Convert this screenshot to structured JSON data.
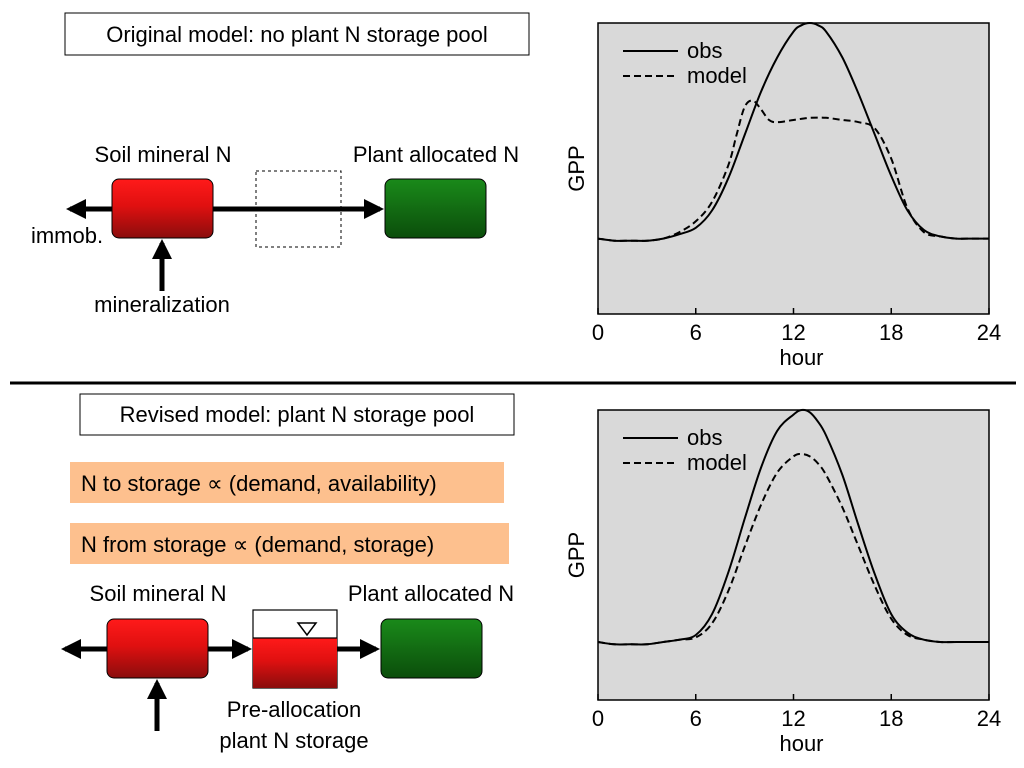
{
  "colors": {
    "pool_red_top": "#ff1a1a",
    "pool_red_bottom": "#8a0d0d",
    "pool_green_top": "#1a8a1a",
    "pool_green_bottom": "#0b4d0b",
    "rule_highlight": "#fdc08e",
    "plot_background": "#d9d9d9"
  },
  "top": {
    "title": "Original model: no plant N storage pool",
    "soil_label": "Soil mineral N",
    "plant_label": "Plant allocated N",
    "immob_label": "immob.",
    "mineral_label": "mineralization"
  },
  "bottom": {
    "title": "Revised model: plant N storage pool",
    "rule1": "N to storage ∝ (demand, availability)",
    "rule2": "N from storage ∝ (demand,  storage)",
    "soil_label": "Soil mineral N",
    "plant_label": "Plant allocated N",
    "storage_label_line1": "Pre-allocation",
    "storage_label_line2": "plant N storage"
  },
  "chart_data": [
    {
      "type": "line",
      "xlabel": "hour",
      "ylabel": "GPP",
      "xticks": [
        "0",
        "6",
        "12",
        "18",
        "24"
      ],
      "xlim": [
        0,
        24
      ],
      "ylim": [
        -0.35,
        1.0
      ],
      "legend_position": "top-left",
      "grid": false,
      "series": [
        {
          "name": "obs",
          "style": "solid",
          "x": [
            0,
            1,
            2,
            3,
            4,
            5,
            6,
            7,
            8,
            9,
            10,
            11,
            12,
            12.5,
            13,
            13.5,
            14,
            15,
            16,
            17,
            18,
            19,
            20,
            21,
            22,
            23,
            24
          ],
          "y": [
            0.0,
            -0.01,
            -0.01,
            -0.01,
            0.0,
            0.02,
            0.05,
            0.13,
            0.28,
            0.48,
            0.68,
            0.84,
            0.96,
            0.99,
            1.0,
            0.99,
            0.96,
            0.84,
            0.67,
            0.48,
            0.29,
            0.13,
            0.04,
            0.01,
            0.0,
            0.0,
            0.0
          ]
        },
        {
          "name": "model",
          "style": "dashed",
          "x": [
            0,
            1,
            2,
            3,
            4,
            5,
            6,
            7,
            8,
            8.5,
            9,
            9.5,
            10,
            10.5,
            11,
            12,
            13,
            14,
            15,
            16,
            17,
            18,
            19,
            20,
            21,
            22,
            23,
            24
          ],
          "y": [
            0.0,
            -0.01,
            -0.01,
            -0.01,
            0.0,
            0.03,
            0.08,
            0.17,
            0.34,
            0.48,
            0.61,
            0.64,
            0.6,
            0.55,
            0.54,
            0.55,
            0.56,
            0.56,
            0.55,
            0.54,
            0.51,
            0.37,
            0.14,
            0.03,
            0.01,
            0.0,
            0.0,
            0.0
          ]
        }
      ]
    },
    {
      "type": "line",
      "xlabel": "hour",
      "ylabel": "GPP",
      "xticks": [
        "0",
        "6",
        "12",
        "18",
        "24"
      ],
      "xlim": [
        0,
        24
      ],
      "ylim": [
        -0.25,
        1.0
      ],
      "legend_position": "top-left",
      "grid": false,
      "series": [
        {
          "name": "obs",
          "style": "solid",
          "x": [
            0,
            1,
            2,
            3,
            4,
            5,
            6,
            7,
            8,
            9,
            10,
            11,
            12,
            12.5,
            13,
            13.5,
            14,
            15,
            16,
            17,
            18,
            19,
            20,
            21,
            22,
            23,
            24
          ],
          "y": [
            0.0,
            -0.01,
            -0.01,
            -0.01,
            0.0,
            0.01,
            0.03,
            0.12,
            0.3,
            0.53,
            0.75,
            0.91,
            0.98,
            1.0,
            0.99,
            0.95,
            0.89,
            0.72,
            0.5,
            0.29,
            0.12,
            0.04,
            0.01,
            0.0,
            0.0,
            0.0,
            0.0
          ]
        },
        {
          "name": "model",
          "style": "dashed",
          "x": [
            0,
            1,
            2,
            3,
            4,
            5,
            6,
            7,
            8,
            9,
            10,
            11,
            12,
            12.5,
            13,
            13.5,
            14,
            15,
            16,
            17,
            18,
            19,
            20,
            21,
            22,
            23,
            24
          ],
          "y": [
            0.0,
            -0.01,
            -0.01,
            -0.01,
            0.0,
            0.01,
            0.02,
            0.08,
            0.22,
            0.41,
            0.59,
            0.73,
            0.8,
            0.81,
            0.8,
            0.77,
            0.72,
            0.58,
            0.41,
            0.24,
            0.1,
            0.03,
            0.01,
            0.0,
            0.0,
            0.0,
            0.0
          ]
        }
      ]
    }
  ]
}
